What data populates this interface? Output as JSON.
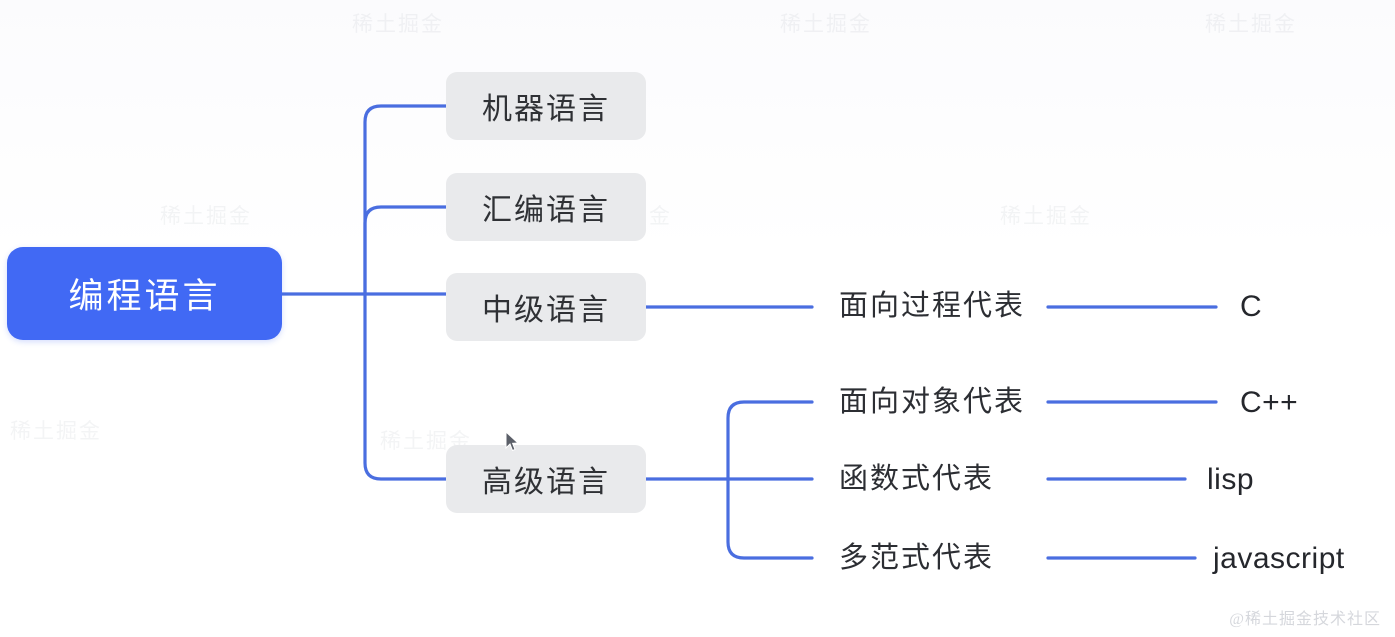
{
  "diagram": {
    "type": "mindmap",
    "title": "编程语言",
    "root": {
      "label": "编程语言",
      "color": "#4169f4",
      "text_color": "#ffffff"
    },
    "branch_color": "#e9eaec",
    "link_color": "#4a6ee0",
    "branches": [
      {
        "label": "机器语言",
        "children": []
      },
      {
        "label": "汇编语言",
        "children": []
      },
      {
        "label": "中级语言",
        "children": [
          {
            "label": "面向过程代表",
            "leaf": "C"
          }
        ]
      },
      {
        "label": "高级语言",
        "children": [
          {
            "label": "面向对象代表",
            "leaf": "C++"
          },
          {
            "label": "函数式代表",
            "leaf": "lisp"
          },
          {
            "label": "多范式代表",
            "leaf": "javascript"
          }
        ]
      }
    ]
  },
  "labels": {
    "branch_1": "机器语言",
    "branch_2": "汇编语言",
    "branch_3": "中级语言",
    "branch_4": "高级语言",
    "sub_1": "面向过程代表",
    "sub_2": "面向对象代表",
    "sub_3": "函数式代表",
    "sub_4": "多范式代表",
    "leaf_1": "C",
    "leaf_2": "C++",
    "leaf_3": "lisp",
    "leaf_4": "javascript"
  },
  "watermarks": {
    "corner": "@稀土掘金技术社区",
    "tiles": [
      "稀土掘金",
      "稀土掘金",
      "稀土掘金",
      "稀土掘金",
      "稀土掘金",
      "稀土掘金",
      "稀土掘金",
      "稀土掘金"
    ]
  }
}
